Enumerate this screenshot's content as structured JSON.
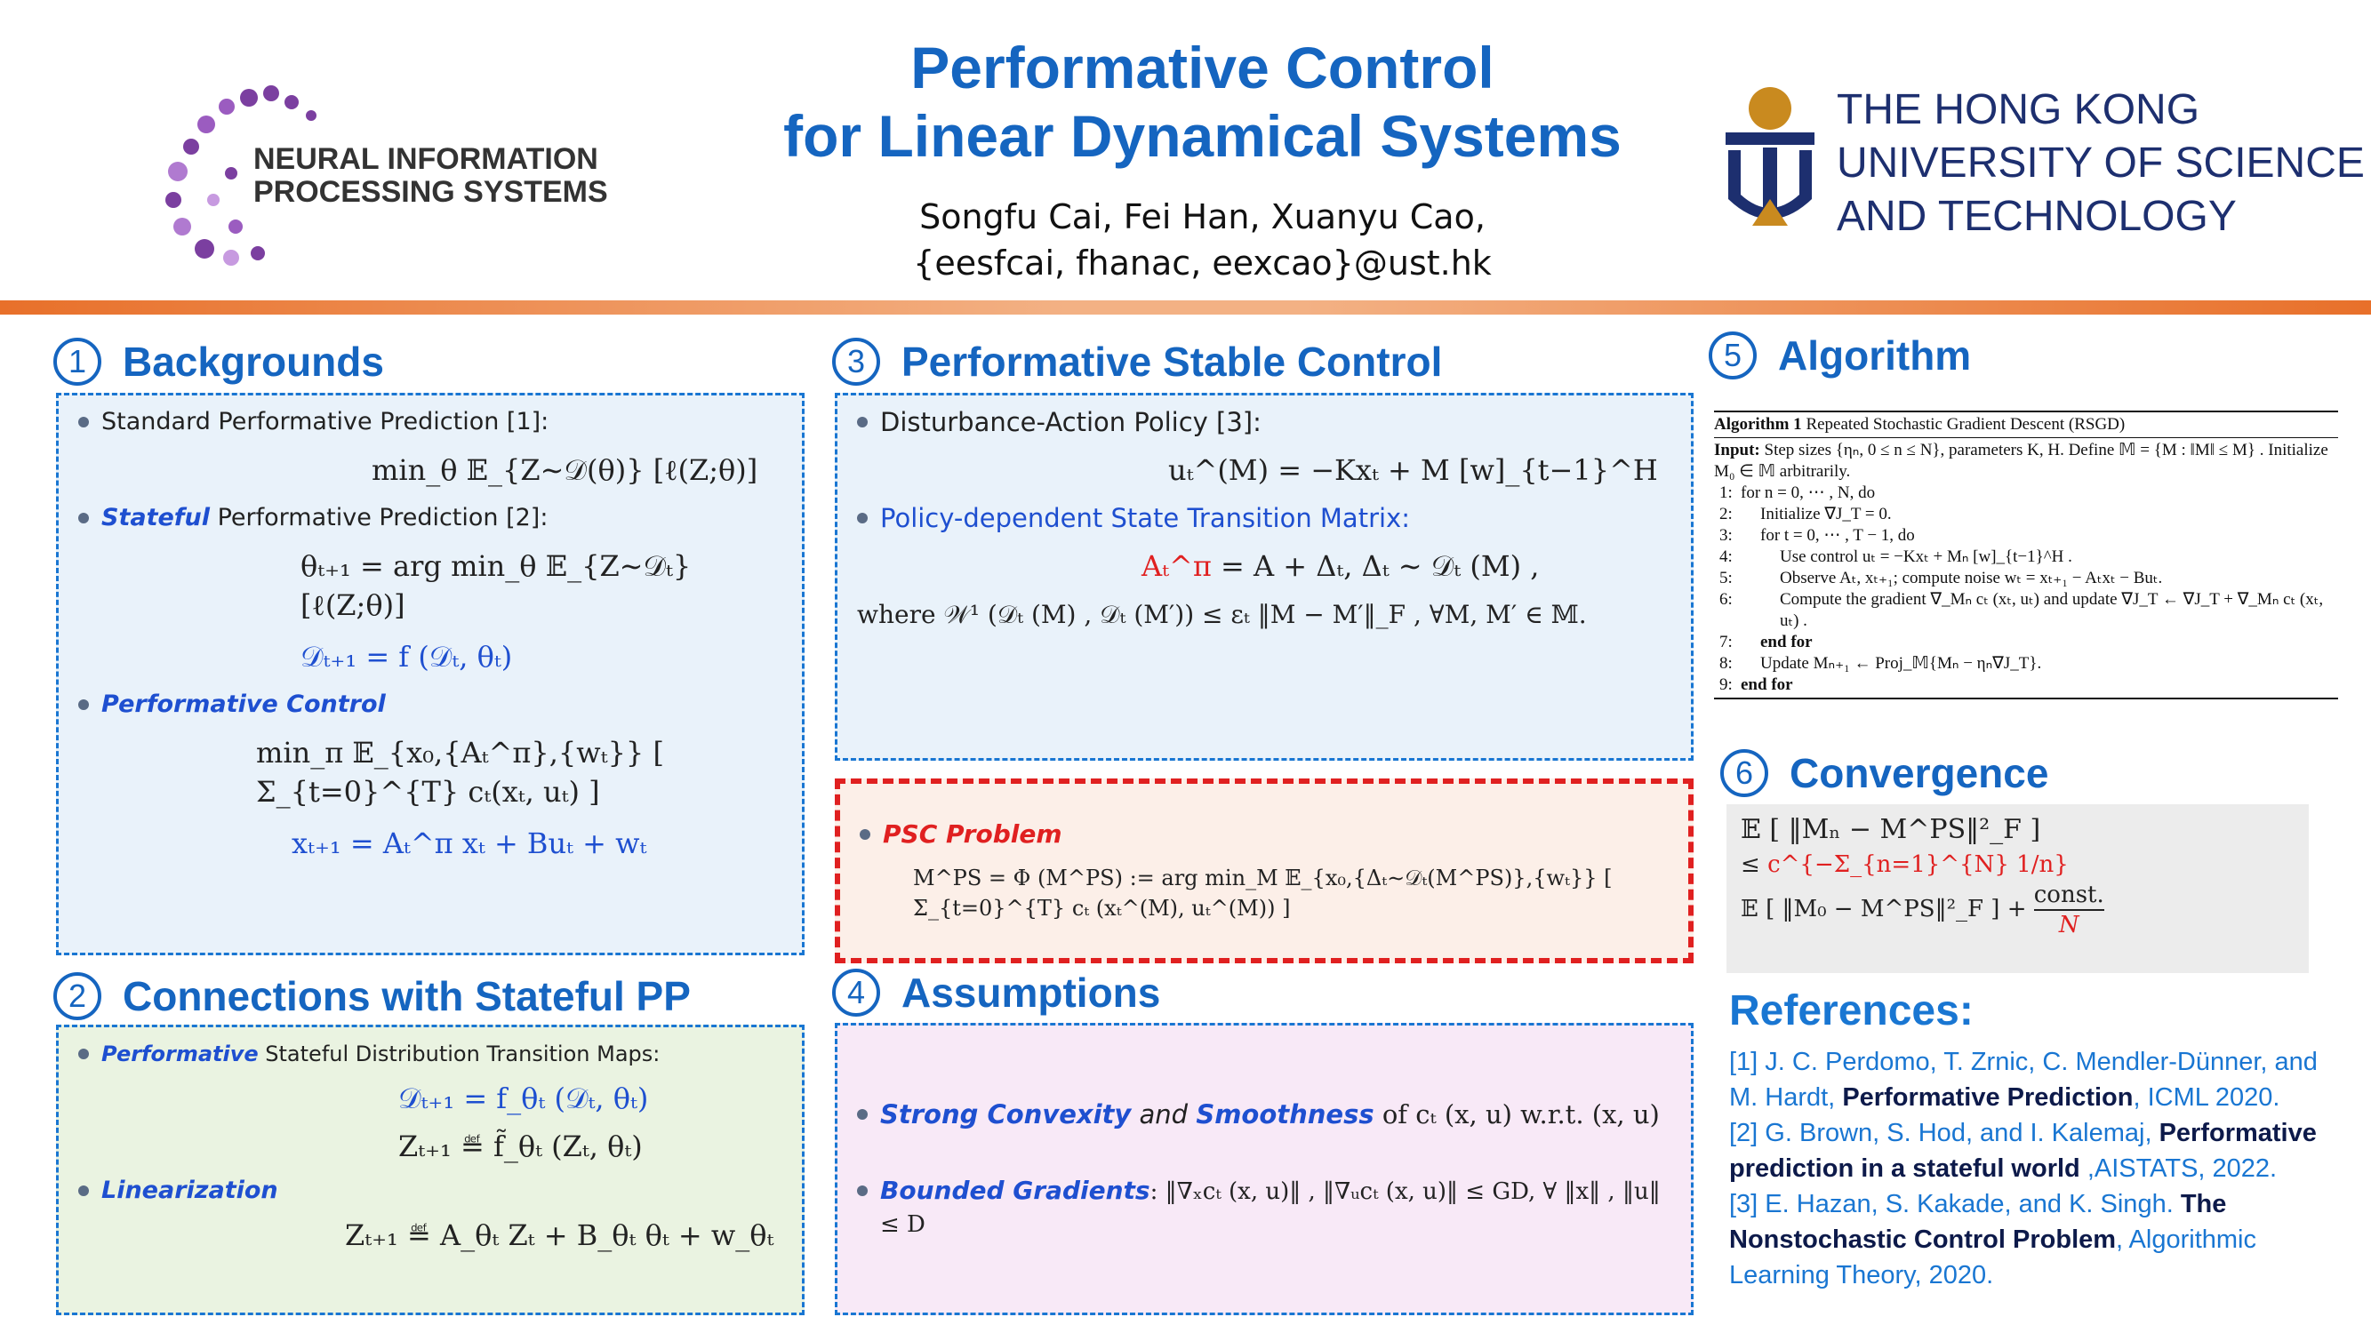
{
  "header": {
    "title_line1": "Performative Control",
    "title_line2": "for Linear Dynamical Systems",
    "authors": "Songfu Cai, Fei Han, Xuanyu Cao,",
    "emails": "{eesfcai, fhanac, eexcao}@ust.hk",
    "left_logo_text_1": "NEURAL INFORMATION",
    "left_logo_text_2": "PROCESSING SYSTEMS",
    "right_logo_text_1": "THE HONG KONG",
    "right_logo_text_2": "UNIVERSITY OF SCIENCE",
    "right_logo_text_3": "AND TECHNOLOGY"
  },
  "colors": {
    "accent": "#1565c0",
    "orange": "#e8702a",
    "red": "#e02020"
  },
  "s1": {
    "num": "1",
    "title": "Backgrounds",
    "b1": "Standard Performative Prediction [1]:",
    "f1": "min_θ  𝔼_{Z∼𝒟(θ)} [ℓ(Z;θ)]",
    "b2_em": "Stateful",
    "b2": " Performative Prediction [2]:",
    "f2": "θₜ₊₁ = arg min_θ  𝔼_{Z∼𝒟ₜ} [ℓ(Z;θ)]",
    "f3": "𝒟ₜ₊₁ = f (𝒟ₜ, θₜ)",
    "b3_em": "Performative Control",
    "f4": "min_π  𝔼_{x₀,{Aₜ^π},{wₜ}} [ Σ_{t=0}^{T} cₜ(xₜ, uₜ) ]",
    "f5": "xₜ₊₁ = Aₜ^π xₜ + Buₜ + wₜ"
  },
  "s2": {
    "num": "2",
    "title": "Connections with Stateful PP",
    "b1_em": "Performative",
    "b1": " Stateful Distribution Transition Maps:",
    "f1": "𝒟ₜ₊₁ = f_θₜ (𝒟ₜ, θₜ)",
    "f2": "Zₜ₊₁ ≝ f̃_θₜ (Zₜ, θₜ)",
    "b2_em": "Linearization",
    "f3": "Zₜ₊₁ ≝ A_θₜ Zₜ + B_θₜ θₜ + w_θₜ"
  },
  "s3": {
    "num": "3",
    "title": "Performative Stable Control",
    "b1": "Disturbance-Action Policy [3]:",
    "f1": "uₜ^(M) = −Kxₜ + M [w]_{t−1}^H",
    "b2": "Policy-dependent State Transition Matrix:",
    "f2a": "Aₜ^π",
    "f2b": " = A + Δₜ, Δₜ ∼ 𝒟ₜ (M) ,",
    "f3": "where 𝒲¹ (𝒟ₜ (M) , 𝒟ₜ (M′)) ≤ εₜ ‖M − M′‖_F ,  ∀M, M′ ∈ 𝕄.",
    "psc_label": "PSC Problem",
    "f4": "M^PS = Φ (M^PS) := arg min_M 𝔼_{x₀,{Δₜ∼𝒟ₜ(M^PS)},{wₜ}} [ Σ_{t=0}^{T} cₜ (xₜ^(M), uₜ^(M)) ]"
  },
  "s4": {
    "num": "4",
    "title": "Assumptions",
    "b1_em1": "Strong Convexity",
    "b1_and": " and ",
    "b1_em2": "Smoothness",
    "b1_rest": " of  cₜ (x, u)  w.r.t.  (x, u)",
    "b2_em": "Bounded Gradients",
    "b2_rest": ":  ‖∇ₓcₜ (x, u)‖ , ‖∇ᵤcₜ (x, u)‖ ≤ GD, ∀ ‖x‖ , ‖u‖ ≤ D"
  },
  "s5": {
    "num": "5",
    "title": "Algorithm",
    "alg_title_b": "Algorithm 1",
    "alg_title": " Repeated Stochastic Gradient Descent (RSGD)",
    "input_b": "Input:",
    "input": " Step sizes {ηₙ, 0 ≤ n ≤ N}, parameters K, H. Define 𝕄 = {M : ‖M‖ ≤ M} . Initialize M₀ ∈ 𝕄 arbitrarily.",
    "lines": [
      {
        "n": "1:",
        "t": "for n = 0, ⋯ , N, do"
      },
      {
        "n": "2:",
        "t": "Initialize ∇J_T = 0."
      },
      {
        "n": "3:",
        "t": "for t = 0, ⋯ , T − 1,  do"
      },
      {
        "n": "4:",
        "t": "Use control uₜ = −Kxₜ + Mₙ [w]_{t−1}^H ."
      },
      {
        "n": "5:",
        "t": "Observe Aₜ, xₜ₊₁; compute noise wₜ = xₜ₊₁ − Aₜxₜ − Buₜ."
      },
      {
        "n": "6:",
        "t": "Compute the gradient ∇_Mₙ cₜ (xₜ, uₜ) and update ∇J_T ← ∇J_T + ∇_Mₙ cₜ (xₜ, uₜ) ."
      },
      {
        "n": "7:",
        "t": "end for"
      },
      {
        "n": "8:",
        "t": "Update Mₙ₊₁ ← Proj_𝕄{Mₙ − ηₙ∇J_T}."
      },
      {
        "n": "9:",
        "t": "end for"
      }
    ]
  },
  "s6": {
    "num": "6",
    "title": "Convergence",
    "f1": "𝔼 [ ‖Mₙ − M^PS‖²_F ]",
    "f2a": "≤ ",
    "f2b": "c^{−Σ_{n=1}^{N} 1/n}",
    "f2c": " 𝔼 [ ‖M₀ − M^PS‖²_F ] + ",
    "f2d": "const.",
    "f2e": "N"
  },
  "refs": {
    "title": "References:",
    "r1a": "[1] J. C. Perdomo, T. Zrnic, C. Mendler-Dünner, and M. Hardt, ",
    "r1b": "Performative Prediction",
    "r1c": ", ICML 2020.",
    "r2a": "[2] G. Brown, S. Hod, and I. Kalemaj, ",
    "r2b": "Performative prediction in a stateful world",
    "r2c": " ,AISTATS, 2022.",
    "r3a": "[3] E. Hazan, S. Kakade, and K. Singh. ",
    "r3b": "The Nonstochastic Control Problem",
    "r3c": ", Algorithmic Learning Theory, 2020."
  }
}
